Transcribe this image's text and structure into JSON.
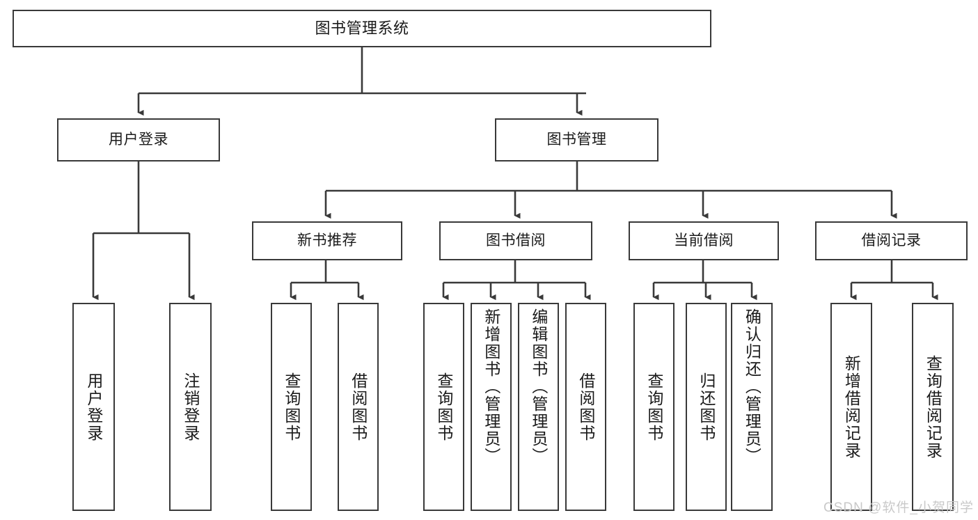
{
  "diagram": {
    "type": "tree-hierarchy",
    "title": "图书管理系统",
    "orientation": "top-down",
    "colors": {
      "node_border": "#393939",
      "node_fill": "#ffffff",
      "edge": "#393939",
      "text": "#1a1a1a",
      "watermark": "#c9c9c9",
      "background": "#ffffff"
    },
    "watermark": "CSDN @软件_小贺同学",
    "nodes": {
      "root": {
        "label": "图书管理系统"
      },
      "level2": [
        {
          "label": "用户登录"
        },
        {
          "label": "图书管理"
        }
      ],
      "level3": [
        {
          "label": "新书推荐"
        },
        {
          "label": "图书借阅"
        },
        {
          "label": "当前借阅"
        },
        {
          "label": "借阅记录"
        }
      ],
      "leaves": {
        "user_login": [
          {
            "label": "用户登录"
          },
          {
            "label": "注销登录"
          }
        ],
        "new_book_recommend": [
          {
            "label": "查询图书"
          },
          {
            "label": "借阅图书"
          }
        ],
        "book_borrow": [
          {
            "label": "查询图书"
          },
          {
            "label": "新增图书（管理员）"
          },
          {
            "label": "编辑图书（管理员）"
          },
          {
            "label": "借阅图书"
          }
        ],
        "current_borrow": [
          {
            "label": "查询图书"
          },
          {
            "label": "归还图书"
          },
          {
            "label": "确认归还（管理员）"
          }
        ],
        "borrow_record": [
          {
            "label": "新增借阅记录"
          },
          {
            "label": "查询借阅记录"
          }
        ]
      }
    }
  }
}
